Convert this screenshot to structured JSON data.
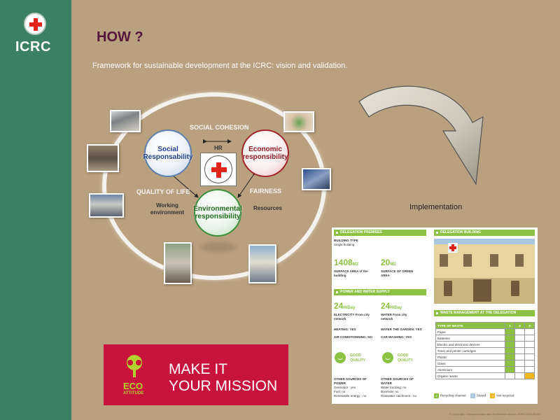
{
  "sidebar": {
    "logo_text": "ICRC"
  },
  "title": "HOW ?",
  "subtitle": "Framework for sustainable development at the ICRC: vision and validation.",
  "cycle": {
    "social": "Social Responsability",
    "economic": "Economic responsibility",
    "environmental": "Environmental responsibility",
    "social_cohesion": "SOCIAL COHESION",
    "quality_of_life": "QUALITY OF LIFE",
    "fairness": "FAIRNESS",
    "hr": "HR",
    "working_environment": "Working environment",
    "resources": "Resources"
  },
  "implementation_label": "Implementation",
  "eco_banner": {
    "logo_title": "ECO",
    "logo_sub": "ATTITUDE",
    "line1": "MAKE IT",
    "line2": "YOUR MISSION",
    "bg_color": "#c8143c"
  },
  "report": {
    "premises_header": "DELEGATION PREMISES",
    "building_header": "DELEGATION BUILDING",
    "building_type_label": "BUILDING TYPE",
    "building_type_value": "Single building",
    "surface_building_value": "1408",
    "surface_building_unit": "M2",
    "surface_building_label": "SURFACE AREA of the building",
    "surface_green_value": "20",
    "surface_green_unit": "M2",
    "surface_green_label": "SURFACE OF GREEN AREA",
    "power_header": "POWER AND WATER SUPPLY",
    "electricity_value": "24",
    "electricity_unit": "H/Day",
    "electricity_label": "ELECTRICITY From city network",
    "water_value": "24",
    "water_unit": "H/Day",
    "water_label": "WATER From city network",
    "heating": "HEATING: YES",
    "water_garden": "WATER THE GARDEN: YES",
    "air_conditioning": "AIR CONDITIONNING: NO",
    "car_washing": "CAR WASHING: YES",
    "good_quality": "GOOD QUALITY",
    "other_power": "OTHER SOURCES OF POWER",
    "generator": "Generator : yes",
    "fuel": "Fuel: no",
    "renewable": "Renewable energy : no",
    "other_water": "OTHER SOURCES OF WATER",
    "water_trucking": "Water trucking: no",
    "borehole": "Borehole: no",
    "rainwater": "Rainwater catchment : no",
    "waste_header": "WASTE MANAGEMENT AT THE DELEGATION",
    "waste_table_header": "TYPE OF WASTE",
    "waste_cols": [
      "1",
      "2",
      "3"
    ],
    "waste_rows": [
      "Paper",
      "Batteries",
      "Electric and electronic devices",
      "Toner and printer cartridges",
      "Plastic",
      "Glass",
      "Aluminium",
      "Organic waste"
    ],
    "legend": [
      "Recycling channel",
      "Stored",
      "Not recycled"
    ],
    "colors": {
      "green": "#8dc143",
      "yellow": "#f2b71c"
    }
  },
  "footer_note": "© Copyright - Comprehensive and Sustainable Action - ICRC 2010-00-00"
}
